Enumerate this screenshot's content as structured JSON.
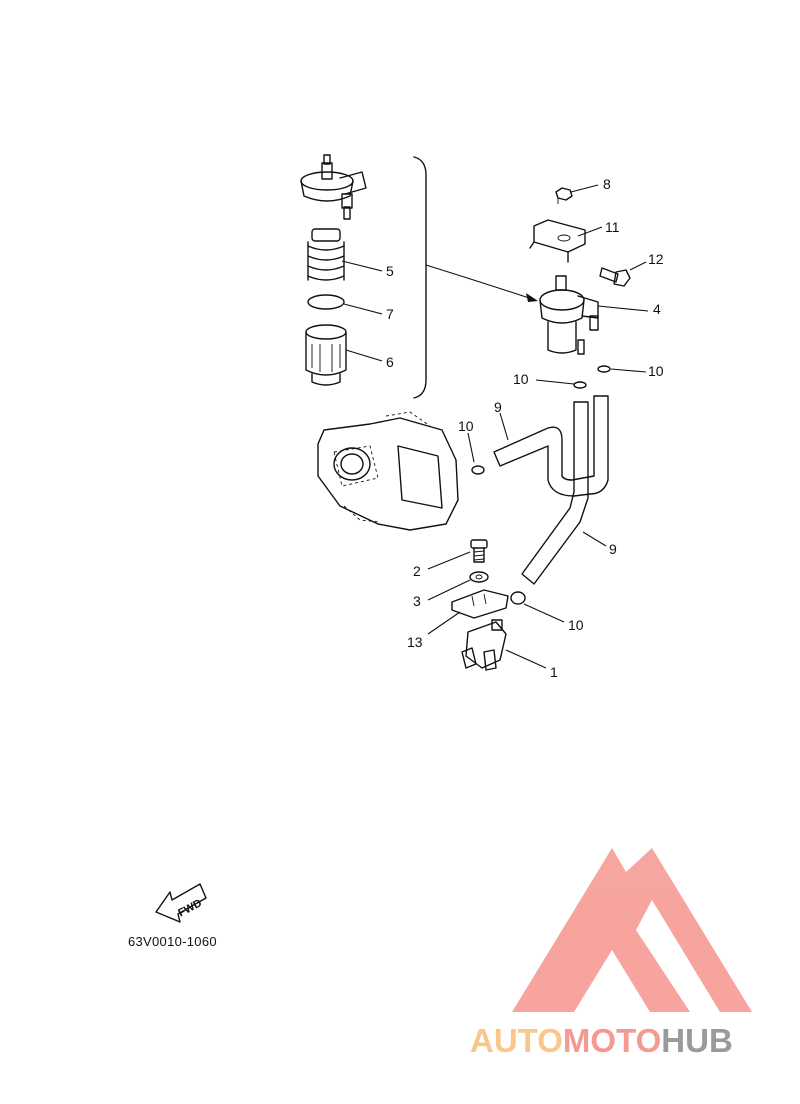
{
  "diagram": {
    "callouts": [
      {
        "id": "c8",
        "text": "8"
      },
      {
        "id": "c11",
        "text": "11"
      },
      {
        "id": "c12",
        "text": "12"
      },
      {
        "id": "c4",
        "text": "4"
      },
      {
        "id": "c5",
        "text": "5"
      },
      {
        "id": "c7",
        "text": "7"
      },
      {
        "id": "c6",
        "text": "6"
      },
      {
        "id": "c10a",
        "text": "10"
      },
      {
        "id": "c10b",
        "text": "10"
      },
      {
        "id": "c9a",
        "text": "9"
      },
      {
        "id": "c10c",
        "text": "10"
      },
      {
        "id": "c9b",
        "text": "9"
      },
      {
        "id": "c2",
        "text": "2"
      },
      {
        "id": "c3",
        "text": "3"
      },
      {
        "id": "c10d",
        "text": "10"
      },
      {
        "id": "c13",
        "text": "13"
      },
      {
        "id": "c1",
        "text": "1"
      }
    ],
    "fwd_label": "FWD",
    "diagram_code": "63V0010-1060"
  },
  "watermark": {
    "part1": "AUTO",
    "part2": "MOTO",
    "part3": "HUB",
    "color_auto": "#f9c78a",
    "color_moto": "#f59a93",
    "color_hub": "#9a9a9a",
    "logo_color": "#f7a09a"
  }
}
